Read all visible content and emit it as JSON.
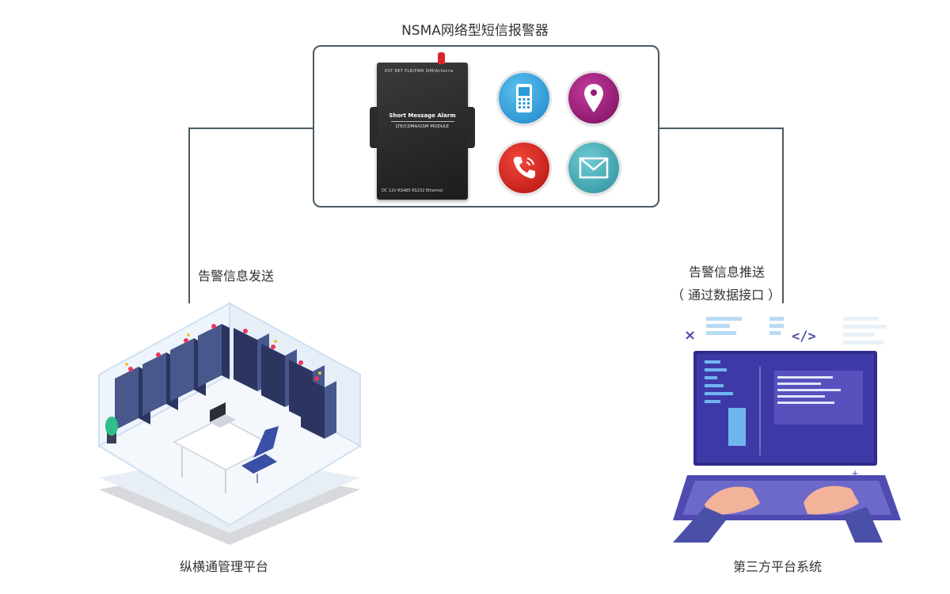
{
  "title": "NSMA网络型短信报警器",
  "device": {
    "name": "Short Message Alarm",
    "module": "LTE/CDMA/GSM MODULE",
    "ports_top": "RST  NET PLR/PWR   SIM/Antenna",
    "ports_bottom": "DC 12V  RS485  RS232   Ethernet"
  },
  "icons": [
    "phone-icon",
    "location-icon",
    "call-icon",
    "mail-icon"
  ],
  "left": {
    "flow_label": "告警信息发送",
    "caption": "纵横通管理平台"
  },
  "right": {
    "flow_label": "告警信息推送",
    "flow_sub": "（ 通过数据接口 ）",
    "caption": "第三方平台系统"
  },
  "colors": {
    "line": "#4a5a64",
    "phone": "#2a9bd8",
    "location": "#9b1a78",
    "call": "#d41f22",
    "mail": "#3aa7b4"
  }
}
